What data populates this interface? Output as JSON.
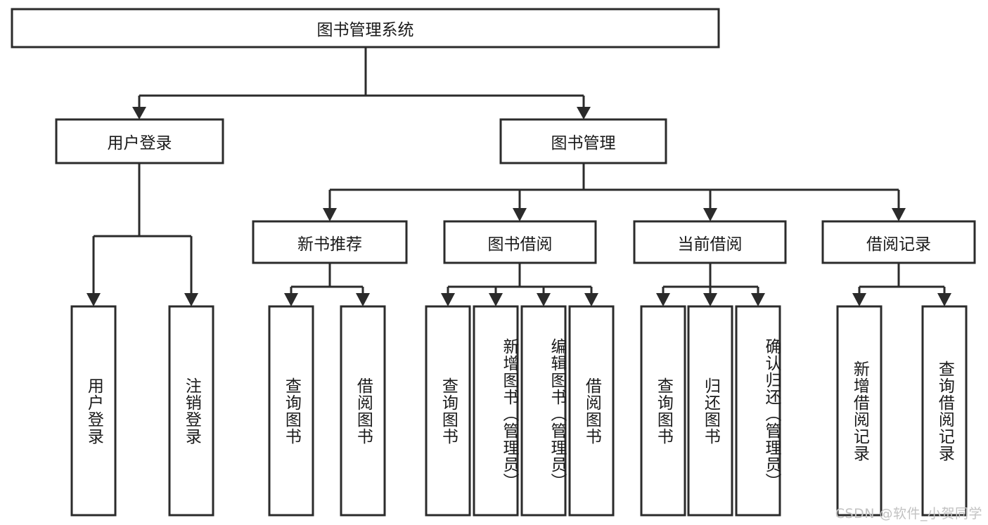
{
  "diagram": {
    "title": "图书管理系统",
    "type": "tree-hierarchy",
    "orientation": "top-down",
    "colors": {
      "node_stroke": "#2b2b2b",
      "node_fill": "#ffffff",
      "connector": "#2b2b2b",
      "text": "#1a1a1a",
      "watermark": "#c2c2c2",
      "background": "#ffffff"
    }
  },
  "root": {
    "label": "图书管理系统"
  },
  "level2": [
    {
      "label": "用户登录"
    },
    {
      "label": "图书管理"
    }
  ],
  "level3": [
    {
      "label": "新书推荐"
    },
    {
      "label": "图书借阅"
    },
    {
      "label": "当前借阅"
    },
    {
      "label": "借阅记录"
    }
  ],
  "leaves": {
    "user_login": [
      {
        "label": "用户登录"
      },
      {
        "label": "注销登录"
      }
    ],
    "new_book_recommend": [
      {
        "label": "查询图书"
      },
      {
        "label": "借阅图书"
      }
    ],
    "book_borrow": [
      {
        "label": "查询图书"
      },
      {
        "label": "新增图书（管理员）"
      },
      {
        "label": "编辑图书（管理员）"
      },
      {
        "label": "借阅图书"
      }
    ],
    "current_borrow": [
      {
        "label": "查询图书"
      },
      {
        "label": "归还图书"
      },
      {
        "label": "确认归还（管理员）"
      }
    ],
    "borrow_record": [
      {
        "label": "新增借阅记录"
      },
      {
        "label": "查询借阅记录"
      }
    ]
  },
  "watermark": {
    "text": "CSDN @软件_小贺同学"
  }
}
